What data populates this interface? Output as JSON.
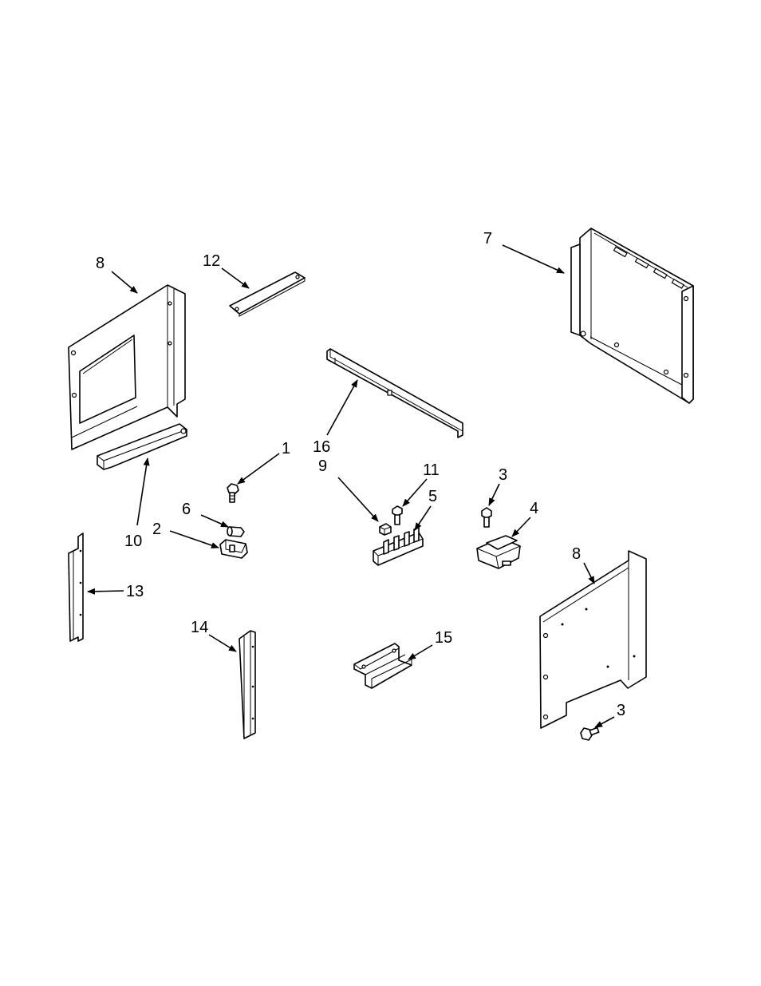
{
  "callouts": [
    {
      "id": "c1",
      "text": "1"
    },
    {
      "id": "c2",
      "text": "2"
    },
    {
      "id": "c3a",
      "text": "3"
    },
    {
      "id": "c3b",
      "text": "3"
    },
    {
      "id": "c4",
      "text": "4"
    },
    {
      "id": "c5",
      "text": "5"
    },
    {
      "id": "c6",
      "text": "6"
    },
    {
      "id": "c7",
      "text": "7"
    },
    {
      "id": "c8a",
      "text": "8"
    },
    {
      "id": "c8b",
      "text": "8"
    },
    {
      "id": "c9",
      "text": "9"
    },
    {
      "id": "c10",
      "text": "10"
    },
    {
      "id": "c11",
      "text": "11"
    },
    {
      "id": "c12",
      "text": "12"
    },
    {
      "id": "c13",
      "text": "13"
    },
    {
      "id": "c14",
      "text": "14"
    },
    {
      "id": "c15",
      "text": "15"
    },
    {
      "id": "c16",
      "text": "16"
    }
  ]
}
